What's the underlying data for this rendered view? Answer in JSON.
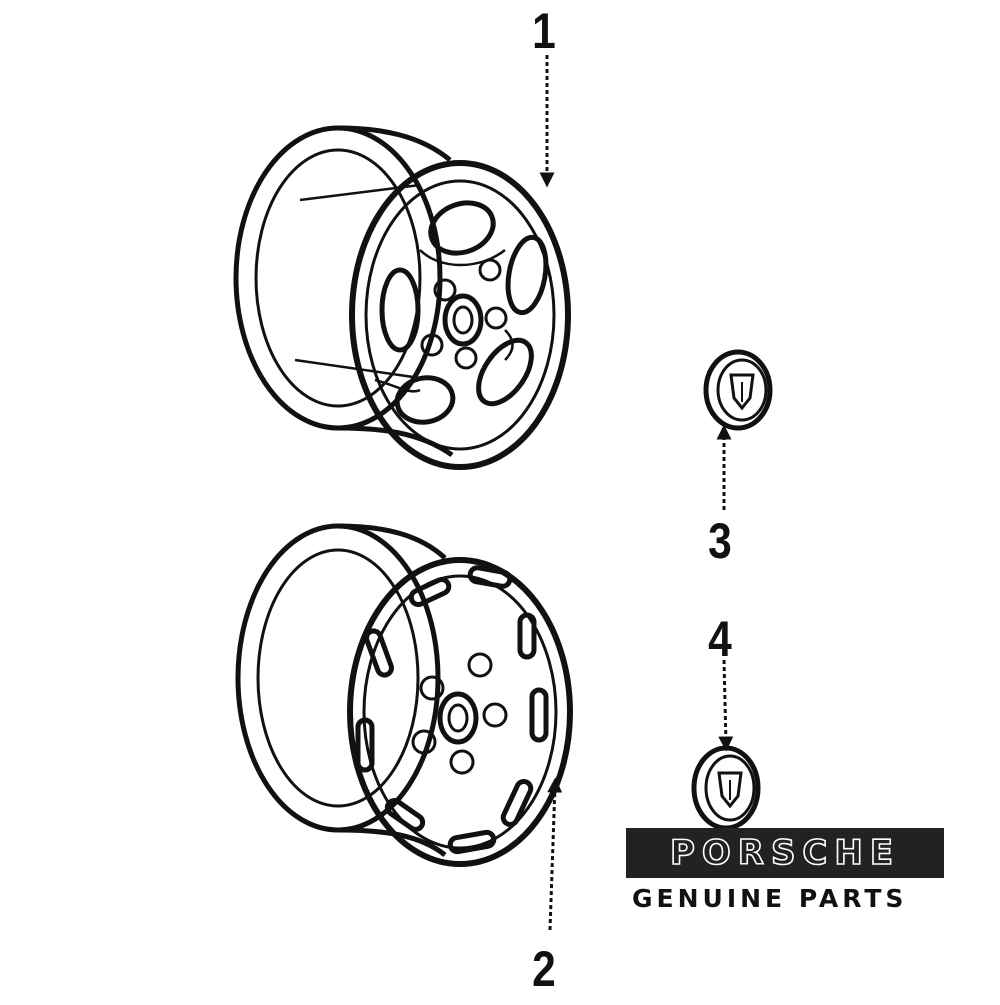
{
  "callouts": {
    "wheel_1": "1",
    "wheel_2": "2",
    "cap_3": "3",
    "cap_4": "4"
  },
  "logo": {
    "brand": "PORSCHE",
    "tagline": "GENUINE PARTS"
  },
  "colors": {
    "ink": "#111111",
    "paper": "#ffffff",
    "logo_band": "#222222"
  }
}
